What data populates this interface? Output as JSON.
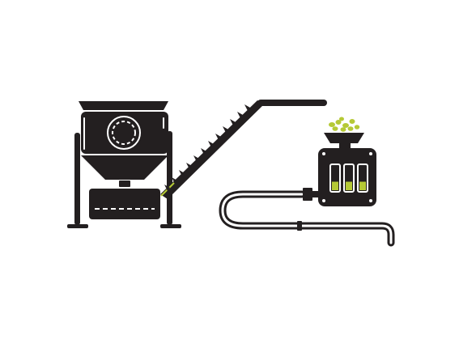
{
  "colors": {
    "ink": "#231f20",
    "accent": "#b5c935",
    "background": "#ffffff",
    "highlight": "#ffffff"
  },
  "components": {
    "hopper": {
      "icon": "hopper-icon",
      "window": "round-porthole"
    },
    "conveyor": {
      "icon": "screw-conveyor-icon"
    },
    "pipe": {
      "icon": "pipe-icon"
    },
    "control_unit": {
      "icon": "control-box-icon",
      "gauges": [
        {
          "name": "gauge-left",
          "level": 0.35
        },
        {
          "name": "gauge-middle",
          "level": 0.35
        },
        {
          "name": "gauge-right",
          "level": 0.35
        }
      ]
    },
    "pellet_bowl": {
      "icon": "pellet-bowl-icon"
    }
  }
}
